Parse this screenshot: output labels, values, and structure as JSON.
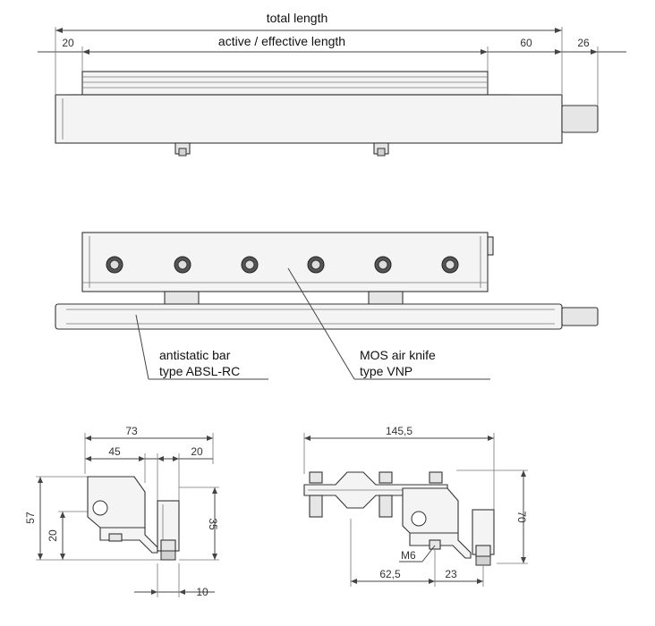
{
  "top_view": {
    "total_length_label": "total length",
    "active_length_label": "active / effective length",
    "dim_left": "20",
    "dim_right": "60",
    "dim_end": "26"
  },
  "front_view": {
    "bar_label_line1": "antistatic bar",
    "bar_label_line2": "type ABSL-RC",
    "knife_label_line1": "MOS air knife",
    "knife_label_line2": "type VNP"
  },
  "bracket_left": {
    "dim_width": "73",
    "dim_45": "45",
    "dim_20_top": "20",
    "dim_57": "57",
    "dim_20_left": "20",
    "dim_35": "35",
    "dim_10": "10"
  },
  "bracket_right": {
    "dim_width": "145,5",
    "dim_70": "70",
    "dim_m6": "M6",
    "dim_62_5": "62,5",
    "dim_23": "23"
  }
}
